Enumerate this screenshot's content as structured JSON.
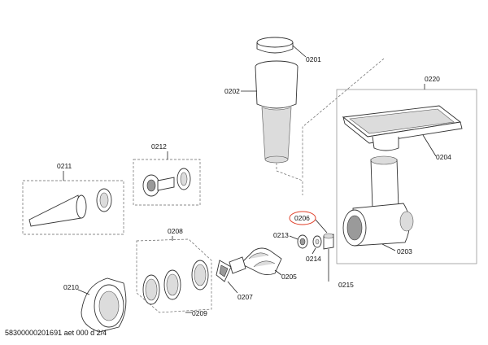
{
  "labels": {
    "p0201": "0201",
    "p0202": "0202",
    "p0220": "0220",
    "p0204": "0204",
    "p0212": "0212",
    "p0211": "0211",
    "p0206": "0206",
    "p0213": "0213",
    "p0214": "0214",
    "p0203": "0203",
    "p0208": "0208",
    "p0205": "0205",
    "p0210": "0210",
    "p0207": "0207",
    "p0209": "0209",
    "p0215": "0215"
  },
  "footer": "58300000201691 aet 000 d 2/4",
  "colors": {
    "highlight": "#e0402a"
  }
}
